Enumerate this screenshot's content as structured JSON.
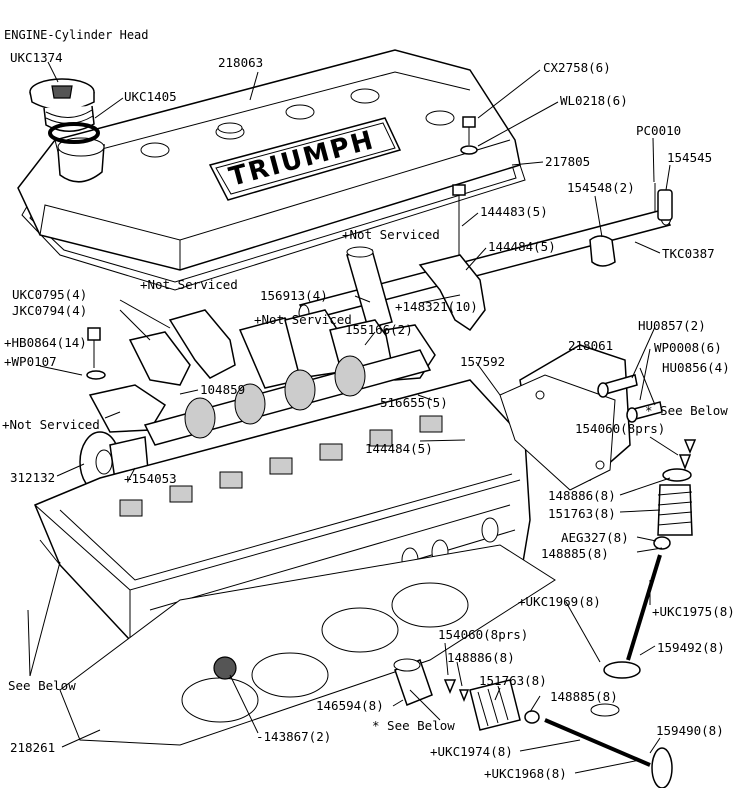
{
  "title": "ENGINE-Cylinder Head",
  "labels": {
    "ukc1374": "UKC1374",
    "n218063": "218063",
    "ukc1405": "UKC1405",
    "cx2758": "CX2758(6)",
    "wl0218": "WL0218(6)",
    "pc0010": "PC0010",
    "n217805": "217805",
    "n154545": "154545",
    "n154548": "154548(2)",
    "not_serviced_1": "+Not Serviced",
    "n144483": "144483(5)",
    "n144484_top": "144484(5)",
    "tkc0387": "TKC0387",
    "ukc0795": "UKC0795(4)",
    "jkc0794": "JKC0794(4)",
    "not_serviced_2": "+Not Serviced",
    "n156913": "156913(4)",
    "n148321": "+148321(10)",
    "not_serviced_3": "+Not Serviced",
    "n155166": "155166(2)",
    "hu0857": "HU0857(2)",
    "hb0864": "+HB0864(14)",
    "wp0107": "+WP0107",
    "n218061": "218061",
    "wp0008": "WP0008(6)",
    "n157592": "157592",
    "hu0856": "HU0856(4)",
    "n104859": "104859",
    "see_below_right": "* See Below",
    "n516655": "516655(5)",
    "not_serviced_4": "+Not Serviced",
    "n154060_top": "154060(8prs)",
    "n144484_mid": "144484(5)",
    "n312132": "312132",
    "n154053": "+154053",
    "n148886_top": "148886(8)",
    "n151763_top": "151763(8)",
    "aeg327": "AEG327(8)",
    "n148885_top": "148885(8)",
    "ukc1969": "+UKC1969(8)",
    "ukc1975": "+UKC1975(8)",
    "n159492": "159492(8)",
    "n154060_bot": "154060(8prs)",
    "n148886_bot": "148886(8)",
    "see_below_left": "See Below",
    "n151763_bot": "151763(8)",
    "n148885_bot": "148885(8)",
    "n146594": "146594(8)",
    "see_below_bot": "* See Below",
    "n159490": "159490(8)",
    "n218261": "218261",
    "n143867": "-143867(2)",
    "ukc1974": "+UKC1974(8)",
    "ukc1968": "+UKC1968(8)",
    "cover_logo": "TRIUMPH"
  }
}
